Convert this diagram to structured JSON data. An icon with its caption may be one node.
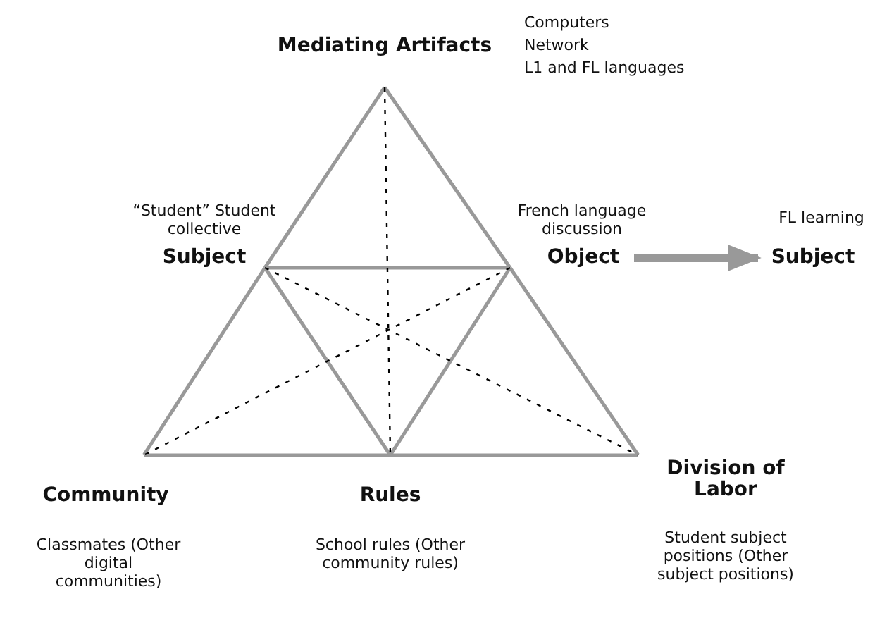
{
  "diagram": {
    "nodes": [
      {
        "text": [
          "Mediating Artifacts"
        ],
        "beside": [
          "Computers",
          "Network",
          "L1 and FL languages"
        ]
      },
      {
        "text": [
          "Subject"
        ],
        "beside": [
          "“Student” Student collective"
        ]
      },
      {
        "text": [
          "Object"
        ],
        "beside": [
          "French language discussion"
        ]
      },
      {
        "text": [
          "Subject"
        ],
        "beside": [
          "FL learning"
        ]
      },
      {
        "text": [
          "Community"
        ],
        "beside": [
          "Classmates (Other digital communities)"
        ]
      },
      {
        "text": [
          "Rules"
        ],
        "beside": [
          "School rules (Other community rules)"
        ]
      },
      {
        "text": [
          "Division of Labor"
        ],
        "beside": [
          "Student subject positions (Other subject positions)"
        ]
      }
    ],
    "edges": [
      {
        "from": 0,
        "to": 1,
        "arrow": "none"
      },
      {
        "from": 1,
        "to": 4,
        "arrow": "none"
      },
      {
        "from": 0,
        "to": 2,
        "arrow": "none"
      },
      {
        "from": 2,
        "to": 6,
        "arrow": "none"
      },
      {
        "from": 1,
        "to": 2,
        "arrow": "none"
      },
      {
        "from": 4,
        "to": 5,
        "arrow": "none"
      },
      {
        "from": 5,
        "to": 6,
        "arrow": "none"
      },
      {
        "from": 1,
        "to": 5,
        "arrow": "none"
      },
      {
        "from": 2,
        "to": 5,
        "arrow": "none"
      },
      {
        "from": 0,
        "to": 5,
        "arrow": "none",
        "style": "dashed",
        "color": "#000000"
      },
      {
        "from": 1,
        "to": 6,
        "arrow": "none",
        "style": "dashed",
        "color": "#000000"
      },
      {
        "from": 2,
        "to": 4,
        "arrow": "none",
        "style": "dashed",
        "color": "#000000"
      },
      {
        "from": 2,
        "to": 3,
        "arrow": "to",
        "style": "thick"
      }
    ]
  }
}
